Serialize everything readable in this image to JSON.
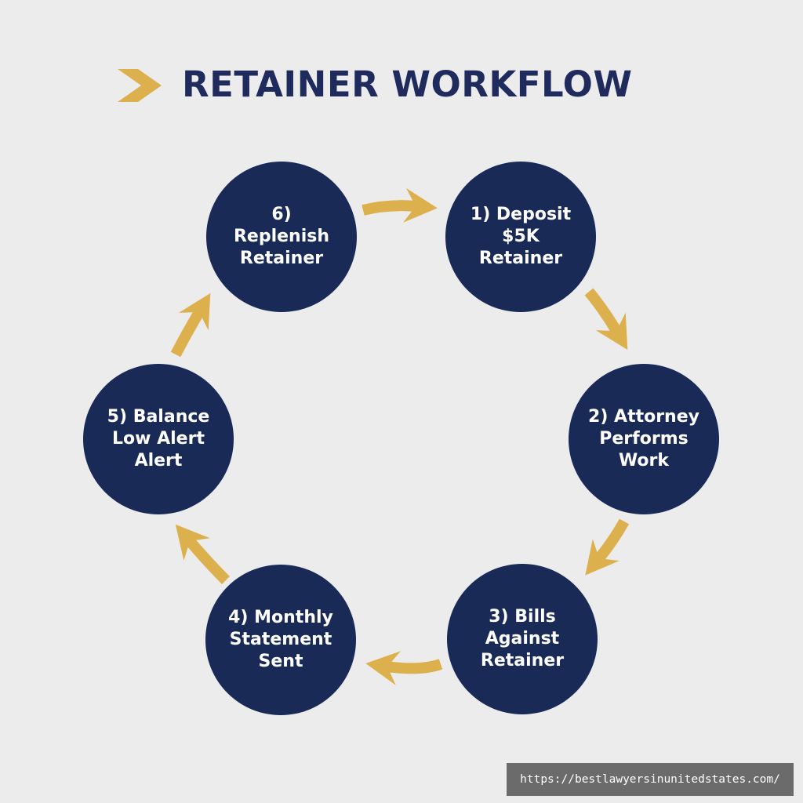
{
  "title": "RETAINER WORKFLOW",
  "colors": {
    "background": "#ececed",
    "node_fill": "#1a2a57",
    "title_text": "#1e2b5c",
    "arrow_gold": "#dcb04d",
    "node_text": "#ffffff"
  },
  "icons": {
    "title_marker": "chevron-right-icon"
  },
  "steps": [
    {
      "label": "1) Deposit\n$5K\nRetainer"
    },
    {
      "label": "2) Attorney\nPerforms\nWork"
    },
    {
      "label": "3) Bills\nAgainst\nRetainer"
    },
    {
      "label": "4) Monthly\nStatement\nSent"
    },
    {
      "label": "5) Balance\nLow Alert\nAlert"
    },
    {
      "label": "6) Replenish\nRetainer"
    }
  ],
  "flow": [
    "6 to 1",
    "1 to 2",
    "2 to 3",
    "3 to 4",
    "4 to 5",
    "5 to 6"
  ],
  "watermark": "https://bestlawyersinunitedstates.com/"
}
